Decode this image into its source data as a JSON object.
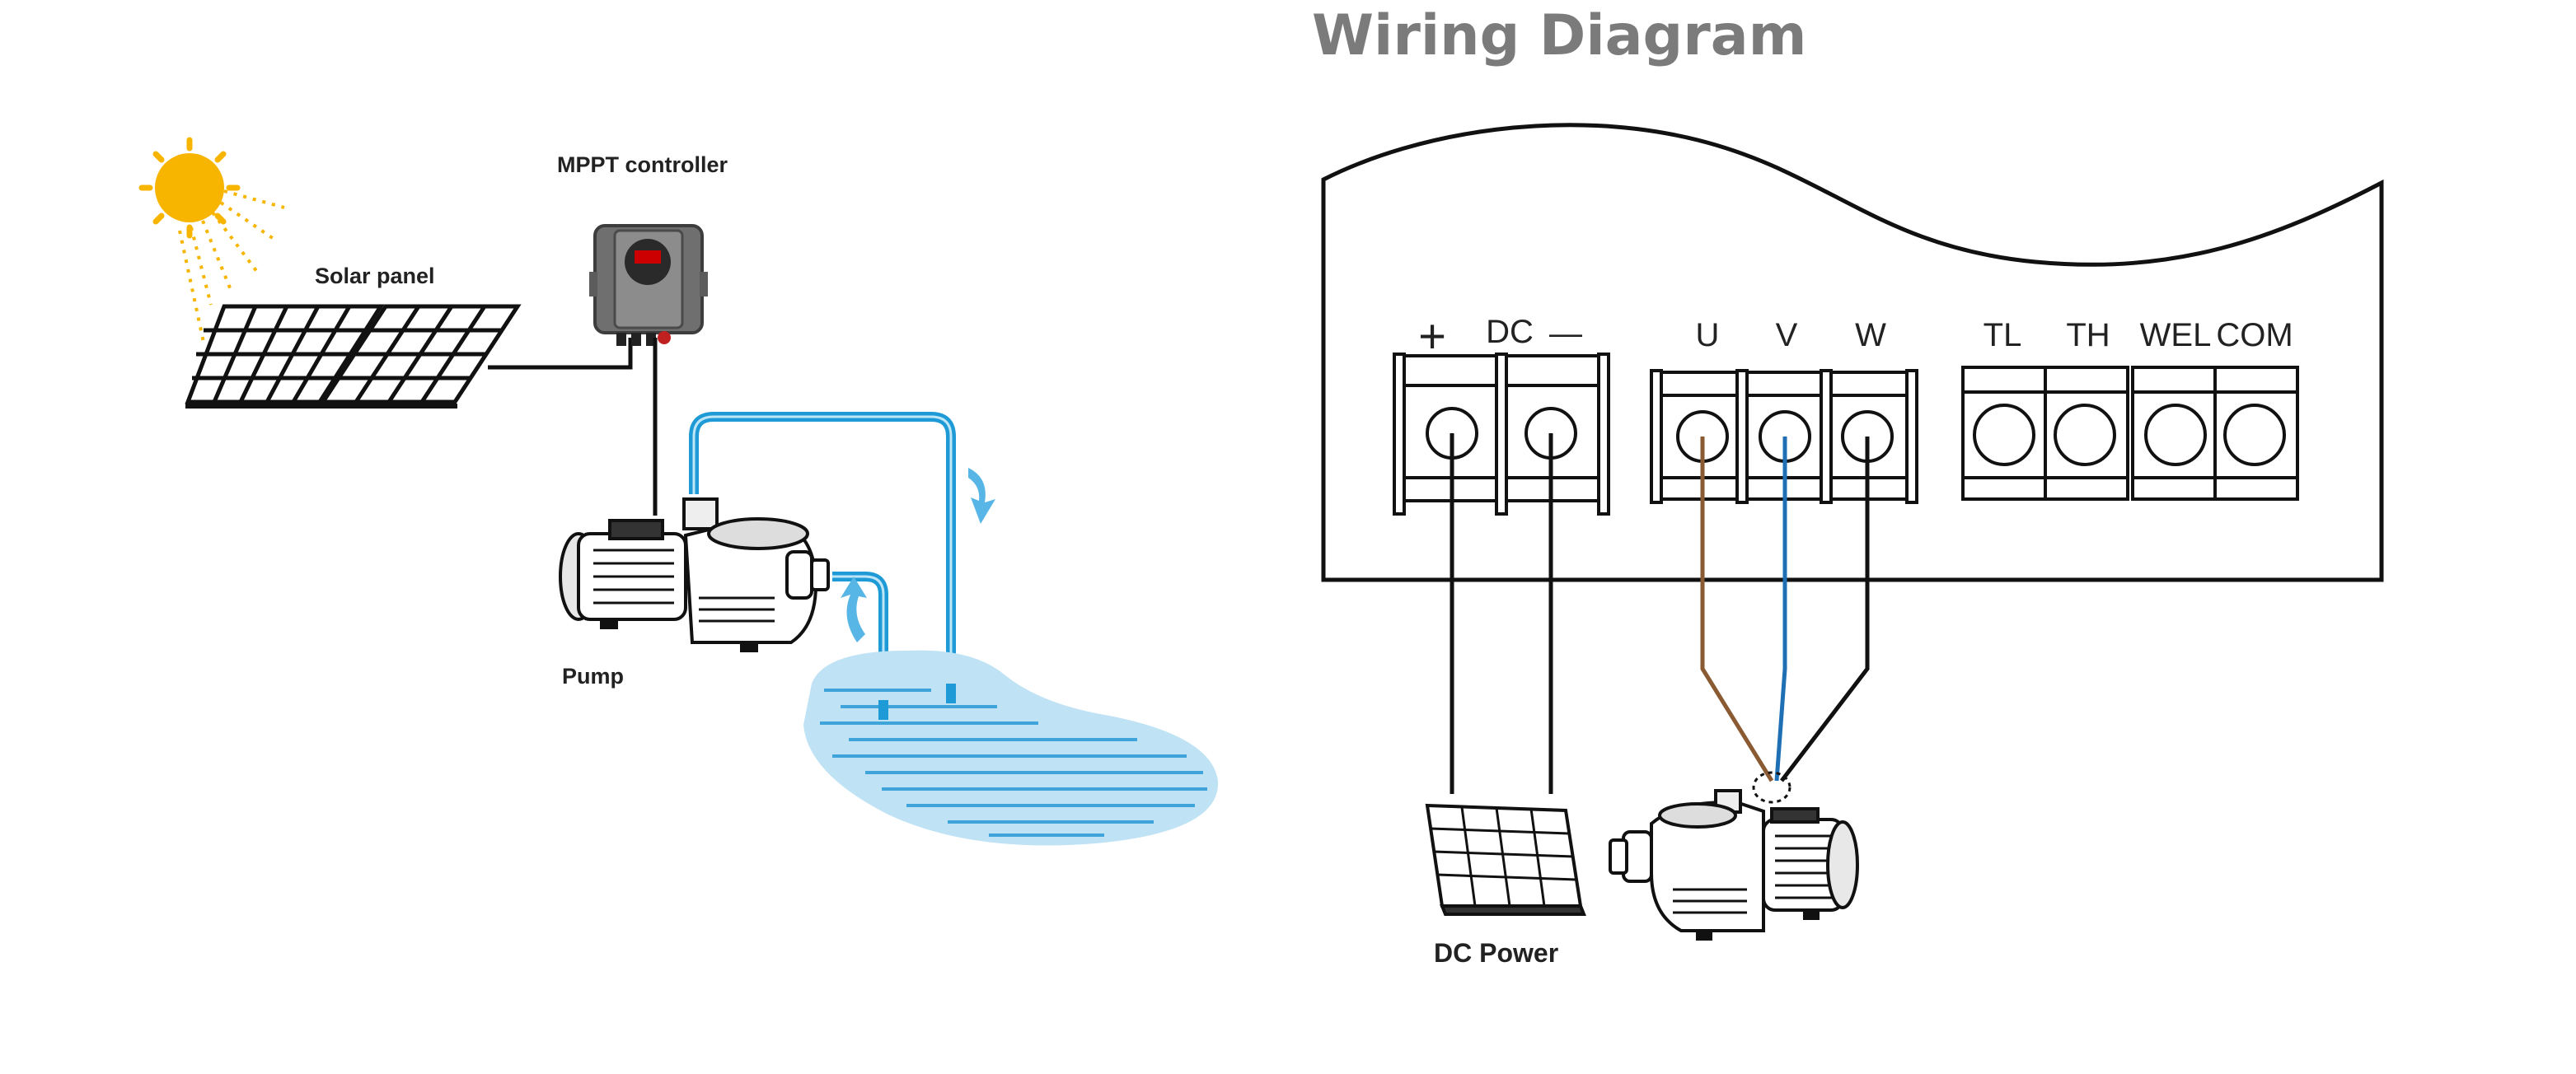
{
  "title": "Wiring Diagram",
  "left_panel": {
    "solar_panel_label": "Solar panel",
    "controller_label": "MPPT controller",
    "pump_label": "Pump"
  },
  "terminal_block": {
    "dc_label": "DC",
    "plus_label": "+",
    "minus_label": "—",
    "motor_terminals": [
      "U",
      "V",
      "W"
    ],
    "signal_terminals": [
      "TL",
      "TH",
      "WEL",
      "COM"
    ]
  },
  "dc_power_label": "DC Power",
  "colors": {
    "title": "#7b7b7b",
    "pipe": "#1e9ad6",
    "water": "#bfe3f5",
    "sun": "#f7b500",
    "wire_u": "#8a5a32",
    "wire_v": "#1f6fb5",
    "wire_w": "#111111"
  }
}
